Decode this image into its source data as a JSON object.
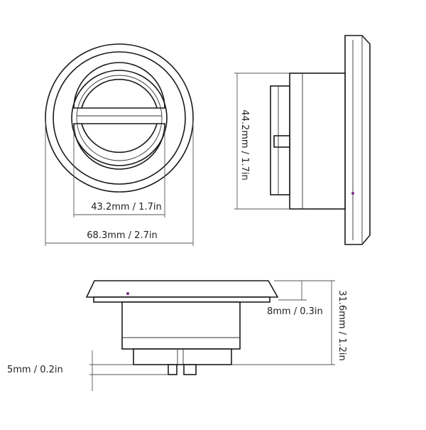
{
  "dimensions": {
    "outer_diameter": "68.3mm / 2.7in",
    "inner_width": "43.2mm / 1.7in",
    "side_height": "44.2mm / 1.7in",
    "flange_thickness": "8mm / 0.3in",
    "total_depth": "31.6mm / 1.2in",
    "base_offset": "5mm / 0.2in"
  },
  "colors": {
    "outline": "#1a1a1a",
    "dimension_line": "#555555",
    "indicator_led": "#7a2a8a"
  }
}
